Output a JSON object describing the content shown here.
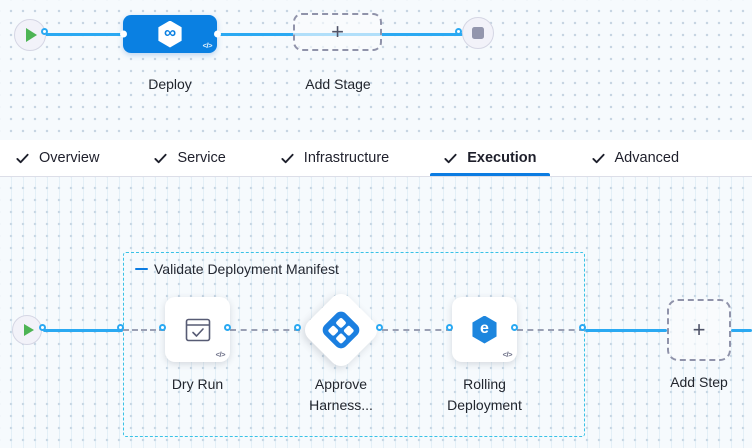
{
  "stage_graph": {
    "deploy_label": "Deploy",
    "add_stage_label": "Add Stage",
    "add_stage_plus": "+",
    "deploy_icon_glyph": "∞",
    "code_glyph": "</>"
  },
  "tabs": {
    "items": [
      {
        "label": "Overview",
        "active": false
      },
      {
        "label": "Service",
        "active": false
      },
      {
        "label": "Infrastructure",
        "active": false
      },
      {
        "label": "Execution",
        "active": true
      },
      {
        "label": "Advanced",
        "active": false
      }
    ]
  },
  "execution_graph": {
    "group_label": "Validate Deployment Manifest",
    "steps": [
      {
        "label": "Dry Run"
      },
      {
        "label": "Approve Harness..."
      },
      {
        "label": "Rolling Deployment"
      }
    ],
    "add_step_label": "Add Step",
    "add_step_plus": "+",
    "rolling_icon_glyph": "e",
    "code_glyph": "</>"
  },
  "colors": {
    "accent_blue": "#0b7ce2",
    "line_blue": "#2aa9f2",
    "group_border_cyan": "#38c2e6",
    "node_blue": "#0a80e2",
    "play_green": "#4db454",
    "stop_gray": "#9396ad"
  }
}
